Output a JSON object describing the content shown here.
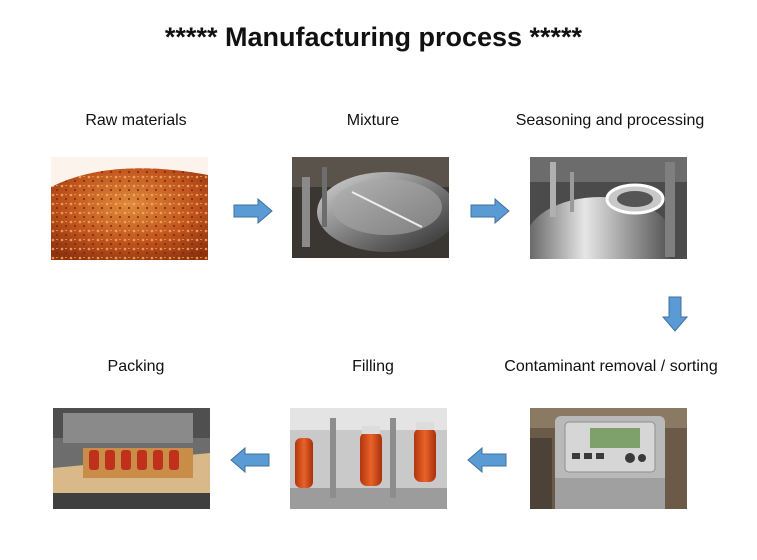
{
  "title": "***** Manufacturing process *****",
  "steps": [
    {
      "label": "Raw materials"
    },
    {
      "label": "Mixture"
    },
    {
      "label": "Seasoning and processing"
    },
    {
      "label": "Contaminant removal / sorting"
    },
    {
      "label": "Filling"
    },
    {
      "label": "Packing"
    }
  ],
  "colors": {
    "arrow_fill": "#5b9bd5",
    "arrow_stroke": "#41719c"
  }
}
